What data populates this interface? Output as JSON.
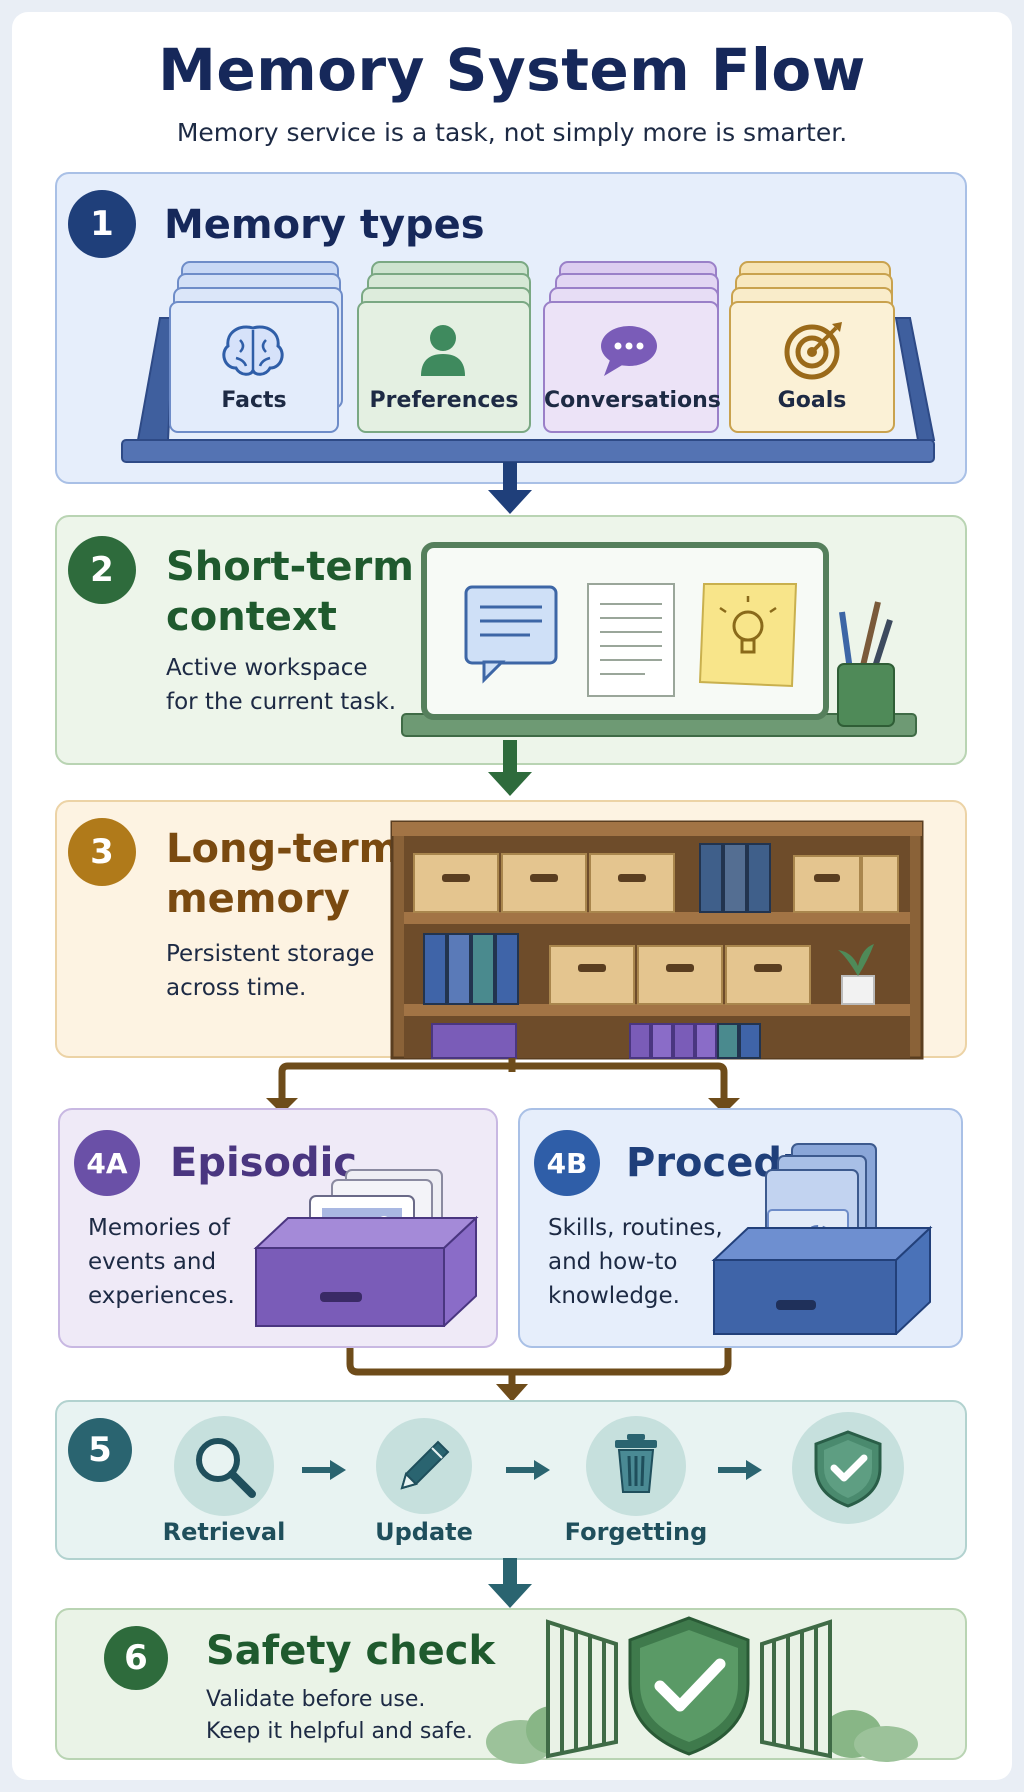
{
  "header": {
    "title": "Memory System Flow",
    "subtitle": "Memory service is a task, not simply more is smarter."
  },
  "sections": {
    "s1": {
      "number": "1",
      "title": "Memory types",
      "cards": [
        {
          "label": "Facts",
          "icon": "brain-icon"
        },
        {
          "label": "Preferences",
          "icon": "person-icon"
        },
        {
          "label": "Conversations",
          "icon": "chat-bubble-icon"
        },
        {
          "label": "Goals",
          "icon": "target-icon"
        }
      ]
    },
    "s2": {
      "number": "2",
      "title_line1": "Short-term",
      "title_line2": "context",
      "desc_line1": "Active workspace",
      "desc_line2": "for the current task."
    },
    "s3": {
      "number": "3",
      "title_line1": "Long-term",
      "title_line2": "memory",
      "desc_line1": "Persistent storage",
      "desc_line2": "across time."
    },
    "s4a": {
      "number": "4A",
      "title": "Episodic",
      "desc_line1": "Memories of",
      "desc_line2": "events and",
      "desc_line3": "experiences."
    },
    "s4b": {
      "number": "4B",
      "title": "Procedural",
      "desc_line1": "Skills, routines,",
      "desc_line2": "and how-to",
      "desc_line3": "knowledge."
    },
    "s5": {
      "number": "5",
      "steps": [
        {
          "label": "Retrieval",
          "icon": "magnifier-icon"
        },
        {
          "label": "Update",
          "icon": "pencil-icon"
        },
        {
          "label": "Forgetting",
          "icon": "trash-icon"
        },
        {
          "label": "",
          "icon": "shield-check-icon"
        }
      ]
    },
    "s6": {
      "number": "6",
      "title": "Safety check",
      "desc_line1": "Validate before use.",
      "desc_line2": "Keep it helpful and safe."
    }
  },
  "colors": {
    "navy": "#1f3f7a",
    "green": "#2e6b3c",
    "amber": "#b07a1a",
    "purple": "#6a50a7",
    "blue": "#2f5ea8",
    "teal": "#2a6470"
  }
}
